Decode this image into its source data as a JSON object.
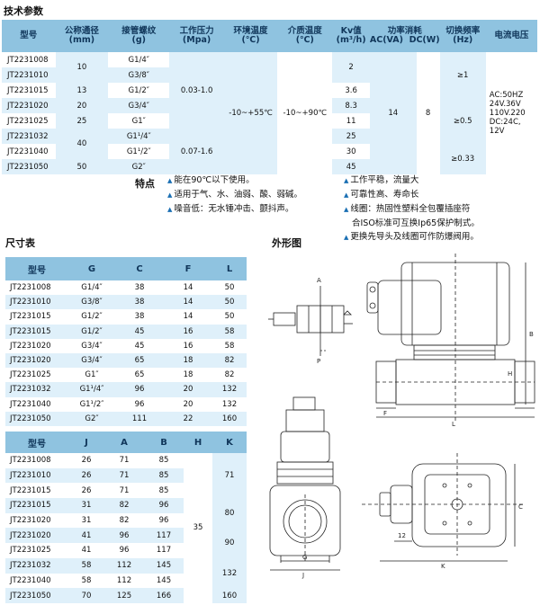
{
  "tech_title": "技术参数",
  "tech_headers": {
    "model": "型号",
    "bore": "公称通径",
    "bore_unit": "(mm)",
    "thread": "接管螺纹",
    "thread_unit": "(g)",
    "pressure": "工作压力",
    "pressure_unit": "(Mpa)",
    "env_temp": "环境温度",
    "env_unit": "(℃)",
    "media_temp": "介质温度",
    "media_unit": "(℃)",
    "kv": "Kv值",
    "kv_unit": "(m³/h)",
    "power": "功率消耗",
    "ac": "AC(VA)",
    "dc": "DC(W)",
    "freq": "切换频率",
    "freq_unit": "(Hz)",
    "voltage": "电流电压"
  },
  "tech_rows": [
    {
      "model": "JT2231008",
      "thread": "G1/4″",
      "kv": "2"
    },
    {
      "model": "JT2231010",
      "thread": "G3/8″",
      "kv": ""
    },
    {
      "model": "JT2231015",
      "thread": "G1/2″",
      "kv": "3.6"
    },
    {
      "model": "JT2231020",
      "thread": "G3/4″",
      "kv": "8.3"
    },
    {
      "model": "JT2231025",
      "thread": "G1″",
      "kv": "11"
    },
    {
      "model": "JT2231032",
      "thread": "G1¹/4″",
      "kv": "25"
    },
    {
      "model": "JT2231040",
      "thread": "G1¹/2″",
      "kv": "30"
    },
    {
      "model": "JT2231050",
      "thread": "G2″",
      "kv": "45"
    }
  ],
  "tech_merged": {
    "bore_10": "10",
    "bore_13": "13",
    "bore_20": "20",
    "bore_25": "25",
    "bore_40": "40",
    "bore_50": "50",
    "pressure_a": "0.03-1.0",
    "pressure_b": "0.07-1.6",
    "env": "-10~+55℃",
    "media": "-10~+90℃",
    "ac": "14",
    "dc": "8",
    "freq_a": "≥1",
    "freq_b": "≥0.5",
    "freq_c": "≥0.33",
    "voltage": [
      "AC:50HZ",
      "24V.36V",
      "110V.220",
      "DC:24C,",
      "12V"
    ]
  },
  "features": {
    "label": "特点",
    "left": [
      "能在90℃以下使用。",
      "适用于气、水、油弱、酸、弱碱。",
      "噪音低：无水锤冲击、颤抖声。"
    ],
    "right": [
      "工作平稳，流量大",
      "可靠性高、寿命长",
      "线圈：热固性塑料全包覆插座符",
      "合ISO标准可互换Ip65保护制式。",
      "更换先导头及线圈可作防爆阀用。"
    ]
  },
  "dim_title": "尺寸表",
  "outline_title": "外形图",
  "dim1_headers": [
    "型号",
    "G",
    "C",
    "F",
    "L"
  ],
  "dim1_rows": [
    [
      "JT2231008",
      "G1/4″",
      "38",
      "14",
      "50"
    ],
    [
      "JT2231010",
      "G3/8″",
      "38",
      "14",
      "50"
    ],
    [
      "JT2231015",
      "G1/2″",
      "38",
      "14",
      "50"
    ],
    [
      "JT2231015",
      "G1/2″",
      "45",
      "16",
      "58"
    ],
    [
      "JT2231020",
      "G3/4″",
      "45",
      "16",
      "58"
    ],
    [
      "JT2231020",
      "G3/4″",
      "65",
      "18",
      "82"
    ],
    [
      "JT2231025",
      "G1″",
      "65",
      "18",
      "82"
    ],
    [
      "JT2231032",
      "G1¹/4″",
      "96",
      "20",
      "132"
    ],
    [
      "JT2231040",
      "G1¹/2″",
      "96",
      "20",
      "132"
    ],
    [
      "JT2231050",
      "G2″",
      "111",
      "22",
      "160"
    ]
  ],
  "dim2_headers": [
    "型号",
    "J",
    "A",
    "B",
    "H",
    "K"
  ],
  "dim2_rows": [
    [
      "JT2231008",
      "26",
      "71",
      "85"
    ],
    [
      "JT2231010",
      "26",
      "71",
      "85"
    ],
    [
      "JT2231015",
      "26",
      "71",
      "85"
    ],
    [
      "JT2231015",
      "31",
      "82",
      "96"
    ],
    [
      "JT2231020",
      "31",
      "82",
      "96"
    ],
    [
      "JT2231020",
      "41",
      "96",
      "117"
    ],
    [
      "JT2231025",
      "41",
      "96",
      "117"
    ],
    [
      "JT2231032",
      "58",
      "112",
      "145"
    ],
    [
      "JT2231040",
      "58",
      "112",
      "145"
    ],
    [
      "JT2231050",
      "70",
      "125",
      "166"
    ]
  ],
  "dim2_merged": {
    "h": "35",
    "k1": "71",
    "k2": "80",
    "k3": "90",
    "k4": "132",
    "k5": "160"
  },
  "drawing_labels": {
    "a": "A",
    "p": "P",
    "b": "B",
    "h": "H",
    "f": "F",
    "l": "L",
    "g": "G",
    "j": "J",
    "c": "C",
    "k": "K",
    "twelve": "12"
  }
}
